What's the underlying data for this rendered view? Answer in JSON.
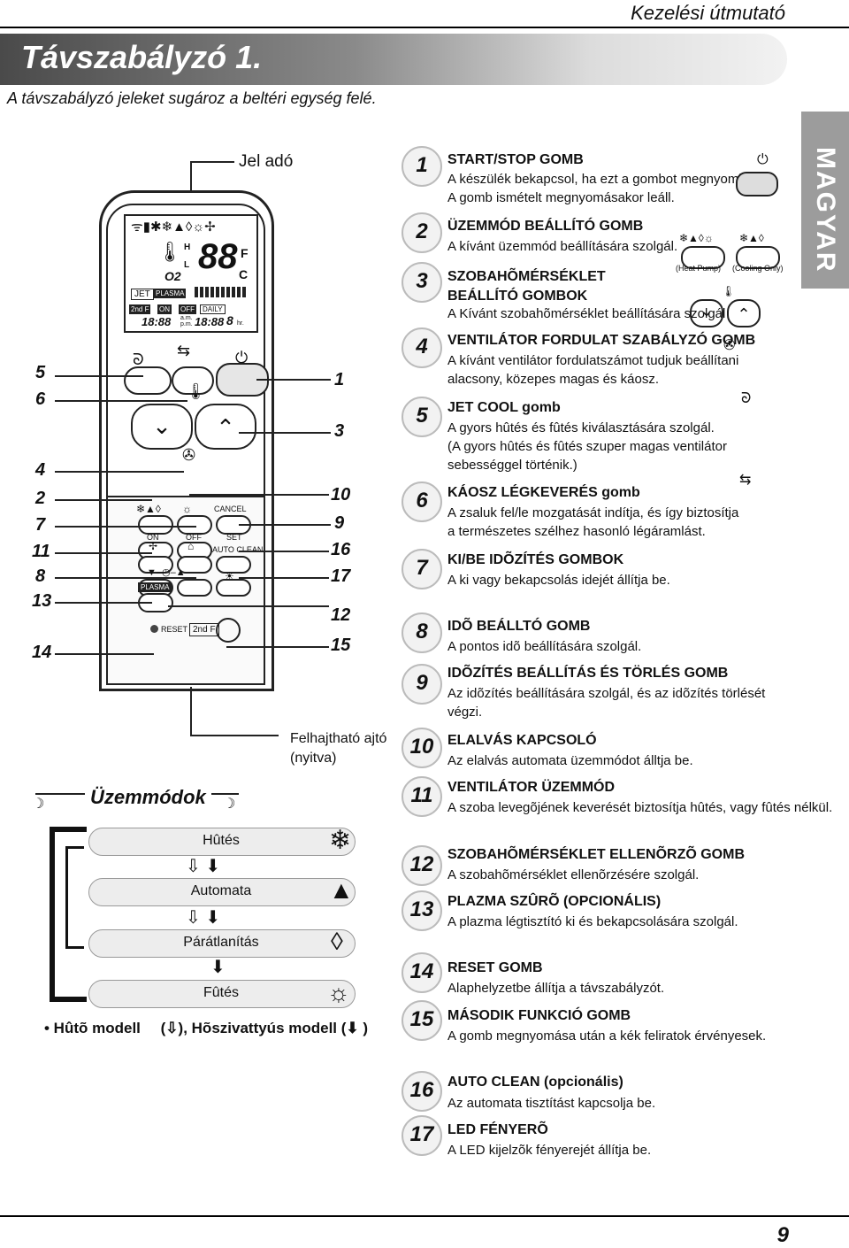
{
  "header": {
    "guide": "Kezelési útmutató",
    "page_number": "9"
  },
  "title": "Távszabályzó 1.",
  "subtitle": "A távszabályzó jeleket sugároz a beltéri egység felé.",
  "side_tab": "MAGYAR",
  "remote": {
    "transmitter_label": "Jel adó",
    "door_label": "Felhajtható ajtó\n(nyitva)",
    "lcd": {
      "h": "H",
      "l": "L",
      "digits": "88",
      "f": "F",
      "c": "C",
      "o2": "O2",
      "jet": "JET",
      "plasma": "PLASMA",
      "second_f": "2nd F",
      "on": "ON",
      "off": "OFF",
      "daily": "DAILY",
      "time_left": "18:88",
      "am": "a.m.",
      "pm": "p.m.",
      "time_right": "18:88",
      "hr_digit": "8",
      "hr": "hr."
    },
    "labels": {
      "cancel": "CANCEL",
      "on": "ON",
      "off": "OFF",
      "set": "SET",
      "auto_clean": "AUTO CLEAN",
      "plasma": "PLASMA",
      "reset": "RESET",
      "second_f": "2nd F"
    },
    "left_callouts": [
      "5",
      "6",
      "4",
      "2",
      "7",
      "11",
      "8",
      "13",
      "14"
    ],
    "right_callouts": [
      "1",
      "3",
      "10",
      "9",
      "16",
      "17",
      "12",
      "15"
    ]
  },
  "modes": {
    "title": "Üzemmódok",
    "items": [
      "Hûtés",
      "Automata",
      "Párátlanítás",
      "Fûtés"
    ],
    "footnote_left": "• Hûtõ modell",
    "footnote_mid": "(",
    "footnote_mid2": "), Hõszivattyús modell (",
    "footnote_end": ")"
  },
  "mode_icons": {
    "heat_pump_label": "(Heat Pump)",
    "cooling_only_label": "(Cooling Only)"
  },
  "items": [
    {
      "num": "1",
      "title": "START/STOP GOMB",
      "desc": [
        "A készülék bekapcsol, ha ezt a gombot megnyomja.",
        "A gomb ismételt megnyomásakor leáll."
      ]
    },
    {
      "num": "2",
      "title": "ÜZEMMÓD BEÁLLÍTÓ GOMB",
      "desc": [
        "A kívánt üzemmód beállítására szolgál."
      ]
    },
    {
      "num": "3",
      "title": "SZOBAHÕMÉRSÉKLET\nBEÁLLÍTÓ GOMBOK",
      "desc": [
        "A Kívánt szobahõmérséklet beállítására szolgál"
      ]
    },
    {
      "num": "4",
      "title": "VENTILÁTOR FORDULAT SZABÁLYZÓ GOMB",
      "desc": [
        "A kívánt ventilátor fordulatszámot tudjuk beállítani",
        "alacsony, közepes  magas és káosz."
      ]
    },
    {
      "num": "5",
      "title": "JET COOL gomb",
      "desc": [
        "A gyors hûtés és fûtés kiválasztására szolgál.",
        "(A gyors hûtés és fûtés szuper magas ventilátor",
        "sebességgel történik.)"
      ]
    },
    {
      "num": "6",
      "title": "KÁOSZ LÉGKEVERÉS gomb",
      "desc": [
        "A zsaluk fel/le mozgatását indítja, és így biztosítja",
        "a természetes szélhez hasonló légáramlást."
      ]
    },
    {
      "num": "7",
      "title": "KI/BE IDÕZÍTÉS GOMBOK",
      "desc": [
        "A ki vagy bekapcsolás idejét állítja be."
      ]
    },
    {
      "num": "8",
      "title": "IDÕ BEÁLLTÓ GOMB",
      "desc": [
        "A pontos idõ beállítására szolgál."
      ]
    },
    {
      "num": "9",
      "title": "IDÕZÍTÉS BEÁLLÍTÁS ÉS TÖRLÉS GOMB",
      "desc": [
        "Az idõzítés beállítására szolgál, és az idõzítés törlését",
        "végzi."
      ]
    },
    {
      "num": "10",
      "title": "ELALVÁS KAPCSOLÓ",
      "desc": [
        "Az elalvás automata üzemmódot álltja be."
      ]
    },
    {
      "num": "11",
      "title": "VENTILÁTOR ÜZEMMÓD",
      "desc": [
        "A szoba levegõjének keverését biztosítja hûtés, vagy fûtés nélkül."
      ]
    },
    {
      "num": "12",
      "title": "SZOBAHÕMÉRSÉKLET ELLENÕRZÕ GOMB",
      "desc": [
        "A szobahõmérséklet ellenõrzésére szolgál."
      ]
    },
    {
      "num": "13",
      "title": "PLAZMA SZÛRÕ (OPCIONÁLIS)",
      "desc": [
        "A plazma légtisztító ki és bekapcsolására szolgál."
      ]
    },
    {
      "num": "14",
      "title": "RESET  GOMB",
      "desc": [
        "Alaphelyzetbe állítja a távszabályzót."
      ]
    },
    {
      "num": "15",
      "title": "MÁSODIK FUNKCIÓ GOMB",
      "desc": [
        "A gomb megnyomása után a kék feliratok érvényesek."
      ]
    },
    {
      "num": "16",
      "title": "AUTO CLEAN (opcionális)",
      "desc": [
        "Az automata tisztítást kapcsolja be."
      ]
    },
    {
      "num": "17",
      "title": "LED FÉNYERÕ",
      "desc": [
        "A LED kijelzõk fényerejét állítja be."
      ]
    }
  ]
}
